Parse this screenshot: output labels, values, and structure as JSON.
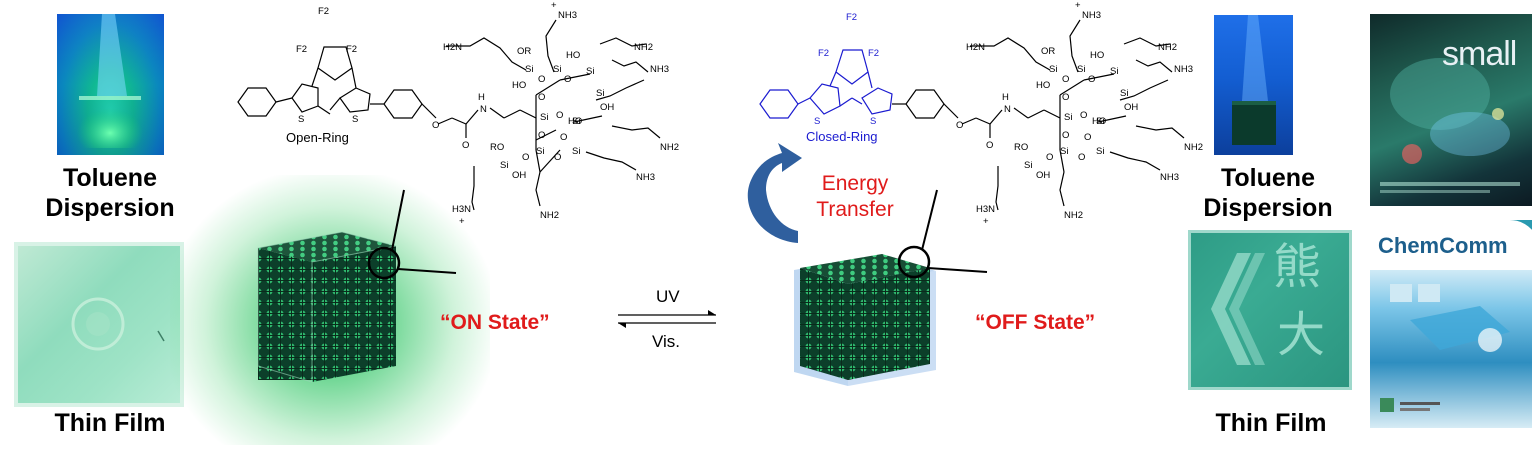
{
  "left": {
    "dispersion_label_1": "Toluene",
    "dispersion_label_2": "Dispersion",
    "film_label": "Thin Film"
  },
  "right": {
    "dispersion_label_1": "Toluene",
    "dispersion_label_2": "Dispersion",
    "film_label": "Thin Film",
    "film_glyphs": [
      "熊",
      "大"
    ]
  },
  "molecule_open": {
    "label": "Open-Ring",
    "groups": {
      "f2_top": "F2",
      "f2_left": "F2",
      "f2_right": "F2",
      "s_left": "S",
      "s_right": "S",
      "nh": "H",
      "n": "N",
      "o_ether": "O",
      "o_carbonyl": "O",
      "nh2_1": "H2N",
      "nh3_top": "NH3",
      "nh2_2": "NH2",
      "nh3_right": "NH3",
      "nh2_3": "NH2",
      "nh3_bottom": "NH3",
      "nh2_bottom": "NH2",
      "h3n_bottom": "H3N",
      "si": "Si",
      "o": "O",
      "or": "OR",
      "ho": "HO",
      "oh": "OH",
      "ro": "RO",
      "plus": "+"
    }
  },
  "molecule_closed": {
    "label": "Closed-Ring",
    "color": "#1b1bd0"
  },
  "energy_transfer": {
    "line1": "Energy",
    "line2": "Transfer",
    "color": "#e01b1b",
    "arrow_color": "#2f5f9e"
  },
  "switch": {
    "forward_label": "UV",
    "backward_label": "Vis."
  },
  "states": {
    "on": "“ON State”",
    "off": "“OFF State”",
    "color": "#e01b1b"
  },
  "covers": {
    "small_title": "small",
    "chemcomm_title": "ChemComm"
  }
}
